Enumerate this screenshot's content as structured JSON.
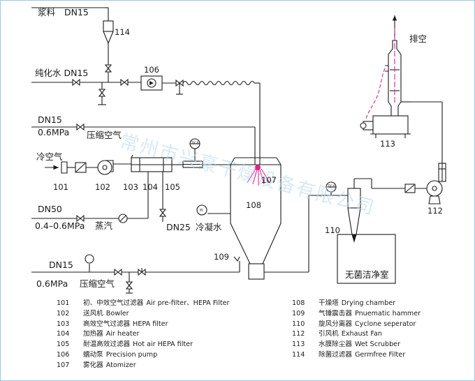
{
  "labels": {
    "slurry": "浆料",
    "dn15_top": "DN15",
    "pure_water": "纯化水 DN15",
    "dn15_air": "DN15",
    "mpa_air": "0.6MPa",
    "compressed_air_1": "压缩空气",
    "cold_air": "冷空气",
    "dn50": "DN50",
    "mpa_steam": "0.4–0.6MPa",
    "steam": "蒸汽",
    "dn25": "DN25",
    "condensate": "冷凝水",
    "dn15_bottom": "DN15",
    "mpa_bottom": "0.6MPa",
    "compressed_air_2": "压缩空气",
    "exhaust": "排空",
    "clean_room": "无菌洁净室",
    "ticа_1": "TICA",
    "tica_2": "TICA",
    "pi": "PI"
  },
  "tags": {
    "t101": "101",
    "t102": "102",
    "t103": "103",
    "t104": "104",
    "t105": "105",
    "t106": "106",
    "t107": "107",
    "t108": "108",
    "t109": "109",
    "t110": "110",
    "t112": "112",
    "t113": "113",
    "t114": "114"
  },
  "watermark": "常州市兴豪干燥设备有限公司",
  "legend_left": [
    {
      "num": "101",
      "cn": "初、中效空气过滤器",
      "en": "Air pre-filter、HEPA Filter"
    },
    {
      "num": "102",
      "cn": "送风机",
      "en": "Bowler"
    },
    {
      "num": "103",
      "cn": "高效空气过滤器",
      "en": "HEPA filter"
    },
    {
      "num": "104",
      "cn": "加热器",
      "en": "Air  heater"
    },
    {
      "num": "105",
      "cn": "耐温高效过滤器",
      "en": "Hot air HEPA filter"
    },
    {
      "num": "106",
      "cn": "蠕动泵",
      "en": "Precision pump"
    },
    {
      "num": "107",
      "cn": "雾化器",
      "en": "Atomizer"
    }
  ],
  "legend_right": [
    {
      "num": "108",
      "cn": "干燥塔",
      "en": "Drying chamber"
    },
    {
      "num": "109",
      "cn": "气锤震击器",
      "en": "Pnuematic hammer"
    },
    {
      "num": "110",
      "cn": "旋风分离器",
      "en": "Cyclone seperator"
    },
    {
      "num": "112",
      "cn": "引风机",
      "en": "Exhaust Fan"
    },
    {
      "num": "113",
      "cn": "水膜除尘器",
      "en": "Wet Scrubber"
    },
    {
      "num": "114",
      "cn": "除菌过滤器",
      "en": "Germfree Filter"
    }
  ],
  "colors": {
    "line": "#1a1a1a",
    "spray": "#e0218a",
    "watermark": "#b9d8ec",
    "frame": "#9cc6e4"
  }
}
